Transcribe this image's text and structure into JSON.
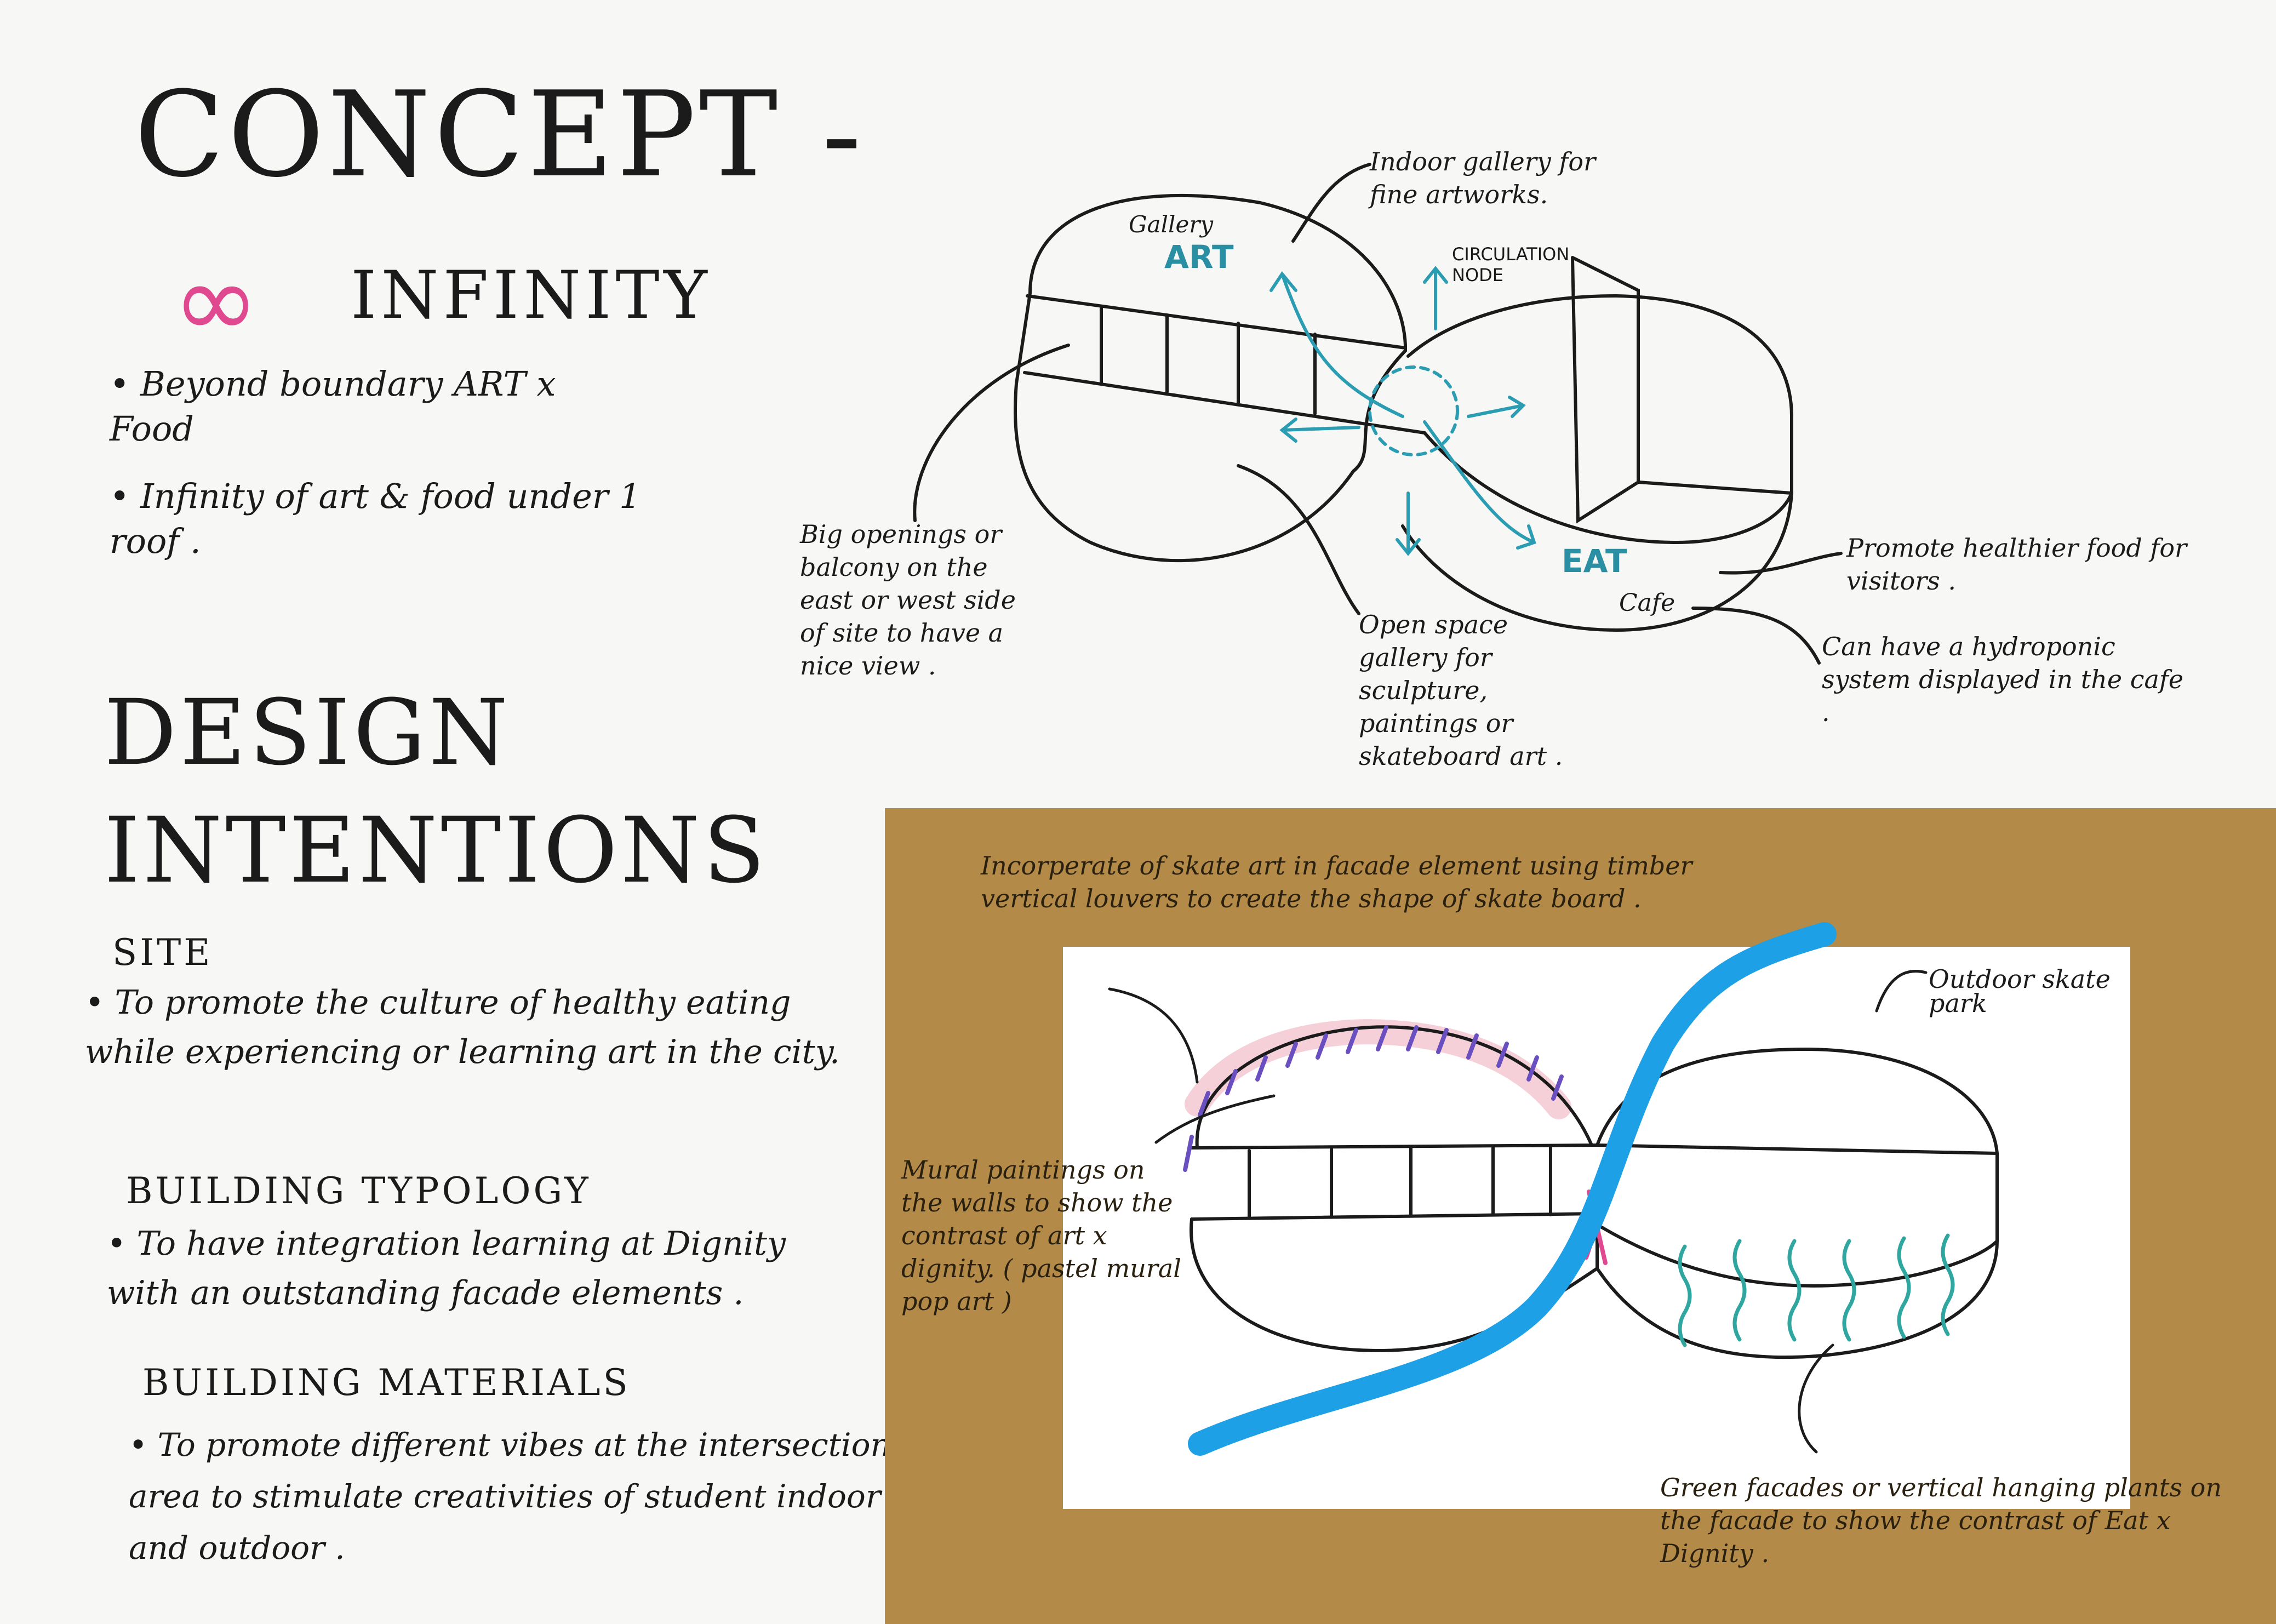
{
  "concept": {
    "title": "CONCEPT -",
    "symbol": "∞",
    "theme": "INFINITY",
    "bullets": [
      "Beyond boundary ART x Food",
      "Infinity of art & food under 1 roof ."
    ]
  },
  "design_intentions": {
    "title_line1": "DESIGN",
    "title_line2": "INTENTIONS",
    "site": {
      "heading": "SITE",
      "text": "• To promote the culture of healthy eating while experiencing or learning art in the city."
    },
    "typology": {
      "heading": "BUILDING TYPOLOGY",
      "text": "• To have integration learning at Dignity with an outstanding facade elements ."
    },
    "materials": {
      "heading": "BUILDING MATERIALS",
      "text": "• To promote different vibes at the intersection area to stimulate creativities of student indoor and outdoor ."
    }
  },
  "upper_diagram": {
    "label_gallery": "Gallery",
    "label_art": "ART",
    "label_eat": "EAT",
    "label_cafe": "Cafe",
    "ann_indoor_gallery": "Indoor gallery for fine artworks.",
    "ann_circulation": "CIRCULATION NODE",
    "ann_big_openings": "Big openings or balcony on the east or west side of site to have a nice view .",
    "ann_open_space": "Open space gallery for sculpture, paintings or skateboard art .",
    "ann_promote_food": "Promote healthier food for visitors .",
    "ann_hydroponic": "Can have a hydroponic system displayed in the cafe ."
  },
  "lower_diagram": {
    "ann_skate_art": "Incorperate of skate art in facade element using timber vertical louvers to create the shape of skate board .",
    "ann_outdoor": "Outdoor skate park",
    "ann_mural": "Mural paintings on the walls to show the contrast of art x dignity. ( pastel mural pop art )",
    "ann_green": "Green facades or vertical hanging plants on the facade to show the contrast of Eat x Dignity ."
  },
  "colors": {
    "ink": "#1b1b1b",
    "teal": "#2a9db3",
    "blue": "#1ea0e6",
    "pink": "#e0488f",
    "purple": "#6a4fc0",
    "kraft": "#b38a47",
    "plant_teal": "#2fa7a0"
  }
}
